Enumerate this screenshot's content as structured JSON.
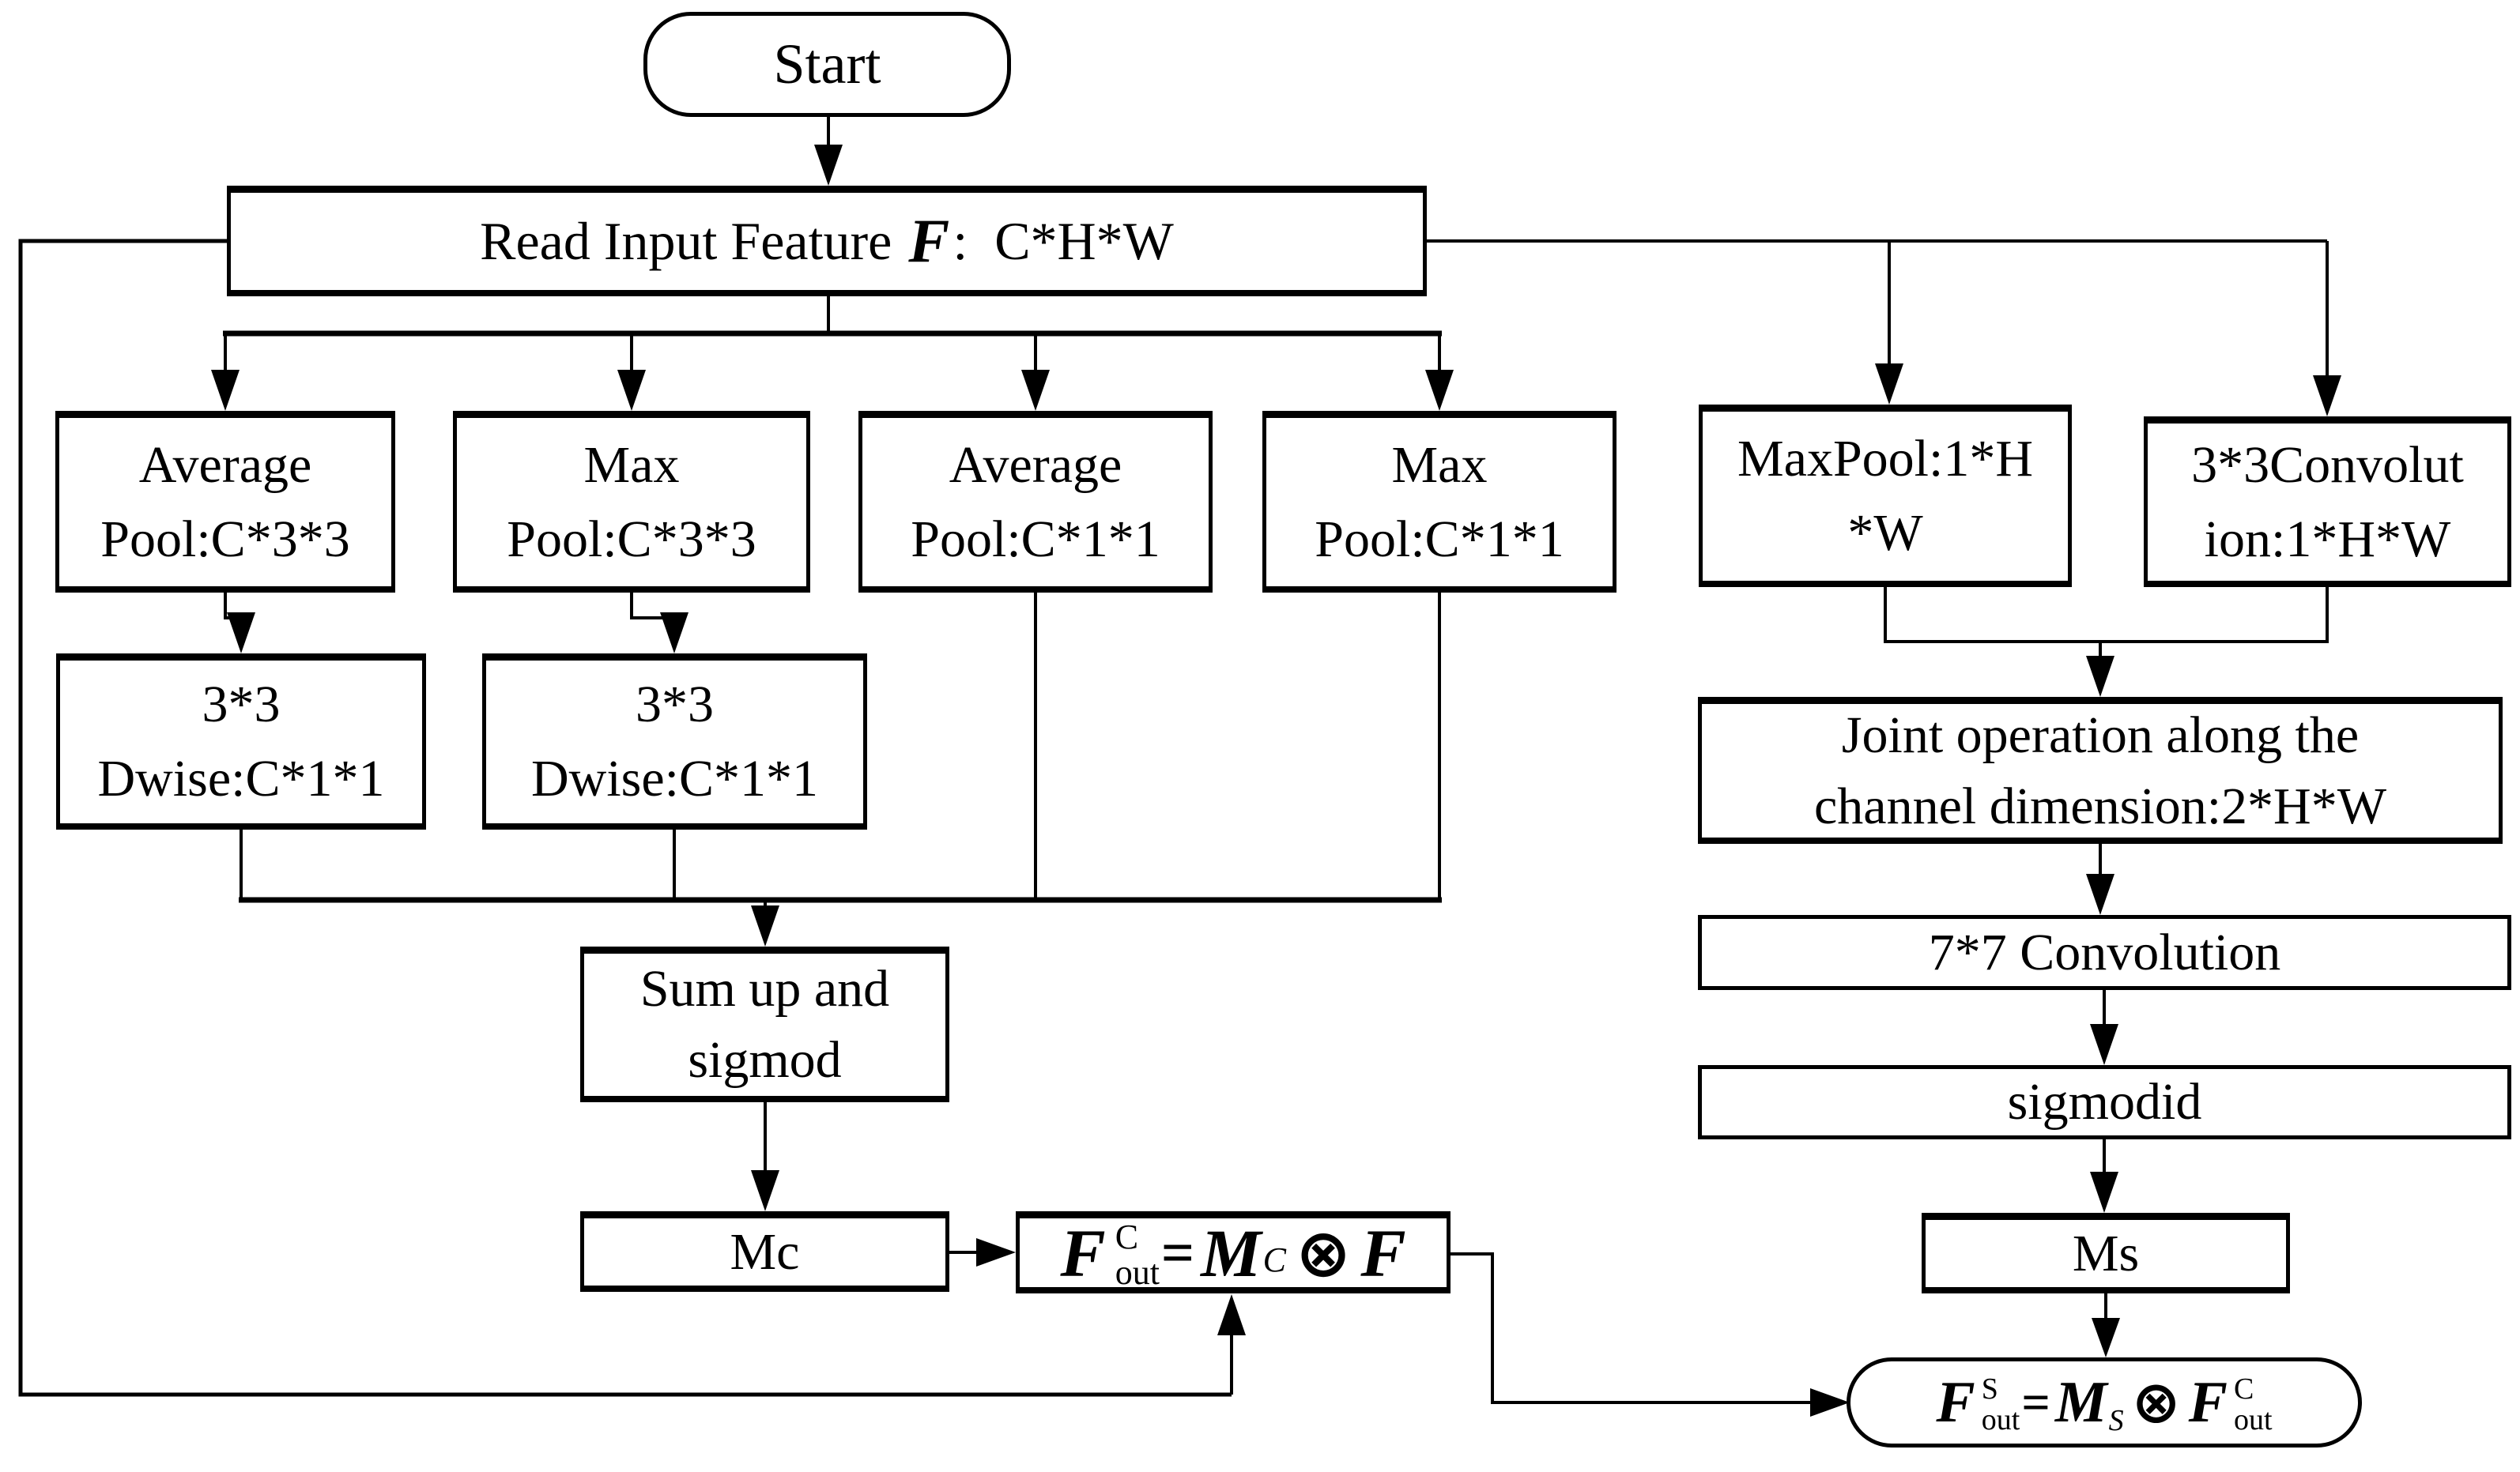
{
  "colors": {
    "background": "#ffffff",
    "ink": "#000000"
  },
  "nodes": {
    "start": {
      "label": "Start"
    },
    "read_input": {
      "text": "Read Input Feature ",
      "f": "F",
      "dims": ":  C*H*W"
    },
    "avg_pool_3x3": {
      "line1": "Average",
      "line2": "Pool:C*3*3"
    },
    "max_pool_3x3": {
      "line1": "Max",
      "line2": "Pool:C*3*3"
    },
    "avg_pool_1x1": {
      "line1": "Average",
      "line2": "Pool:C*1*1"
    },
    "max_pool_1x1": {
      "line1": "Max",
      "line2": "Pool:C*1*1"
    },
    "max_pool_1hw": {
      "line1": "MaxPool:1*H",
      "line2": "*W"
    },
    "conv_3x3": {
      "line1": "3*3Convolut",
      "line2": "ion:1*H*W"
    },
    "dwise_left": {
      "line1": "3*3",
      "line2": "Dwise:C*1*1"
    },
    "dwise_right": {
      "line1": "3*3",
      "line2": "Dwise:C*1*1"
    },
    "sum_sigmoid": {
      "line1": "Sum up and",
      "line2": "sigmod"
    },
    "mc": {
      "label": "Mc"
    },
    "joint_operation": {
      "line1": "Joint operation along the",
      "line2": "channel dimension:2*H*W"
    },
    "conv_7x7": {
      "label": "7*7 Convolution"
    },
    "sigmodid": {
      "label": "sigmodid"
    },
    "ms": {
      "label": "Ms"
    },
    "formula_channel": {
      "f_out": "F",
      "f_out_sup": "C",
      "f_out_sub": "out",
      "equals": "=",
      "m": "M",
      "m_sub": "C",
      "otimes": "⊗",
      "f_in": "F"
    },
    "formula_spatial": {
      "f_out": "F",
      "f_out_sup": "S",
      "f_out_sub": "out",
      "equals": "=",
      "m": "M",
      "m_sub": "S",
      "otimes": "⊗",
      "f_in": "F",
      "f_in_sup": "C",
      "f_in_sub": "out"
    }
  }
}
